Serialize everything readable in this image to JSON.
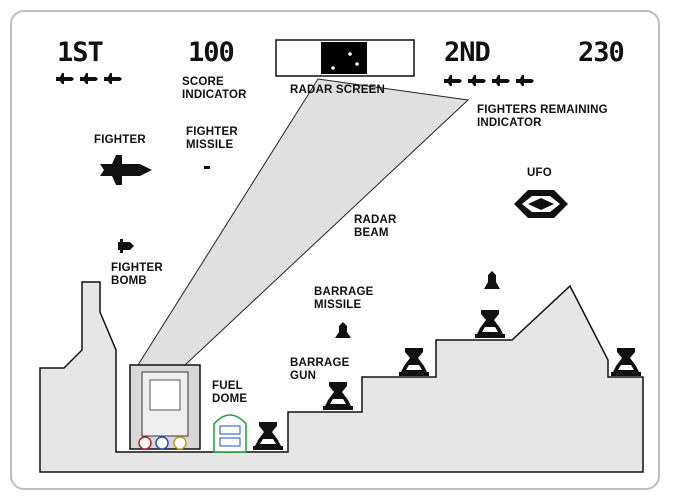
{
  "hud": {
    "player1_label": "1ST",
    "player1_score": "100",
    "player2_label": "2ND",
    "player2_score": "230",
    "player1_fighters_remaining": 3,
    "player2_fighters_remaining": 4
  },
  "labels": {
    "score_indicator": "SCORE\nINDICATOR",
    "radar_screen": "RADAR SCREEN",
    "fighters_remaining": "FIGHTERS REMAINING\nINDICATOR",
    "fighter": "FIGHTER",
    "fighter_missile": "FIGHTER\nMISSILE",
    "ufo": "UFO",
    "radar_beam": "RADAR\nBEAM",
    "fighter_bomb": "FIGHTER\nBOMB",
    "barrage_missile": "BARRAGE\nMISSILE",
    "barrage_gun": "BARRAGE\nGUN",
    "fuel_dome": "FUEL\nDOME"
  },
  "colors": {
    "terrain_fill": "#e6e6e6",
    "outline": "#111111",
    "frame": "#bdbdbd"
  }
}
